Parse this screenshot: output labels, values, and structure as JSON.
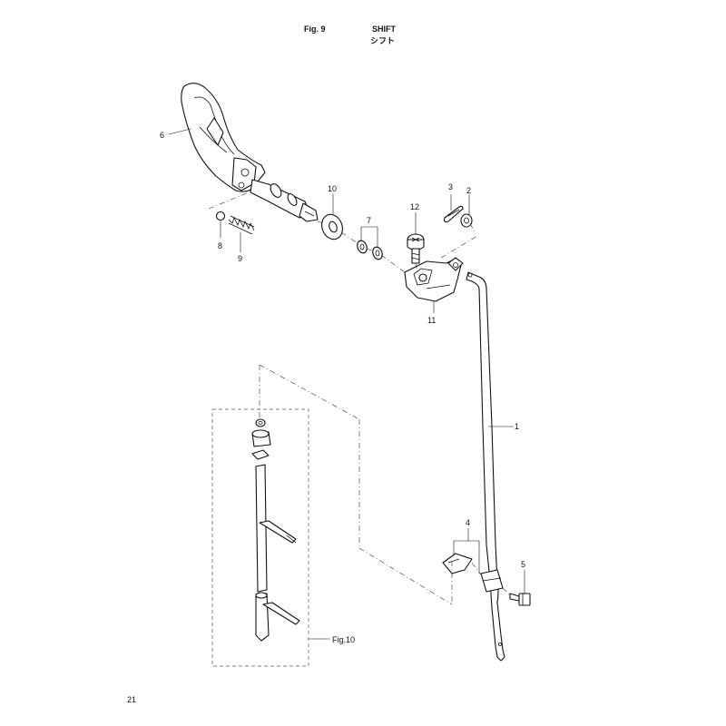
{
  "header": {
    "fig_label": "Fig. 9",
    "title": "SHIFT",
    "title_jp": "シフト"
  },
  "callouts": [
    "1",
    "2",
    "3",
    "4",
    "5",
    "6",
    "7",
    "8",
    "9",
    "10",
    "11",
    "12"
  ],
  "reference": "Fig.10",
  "page_number": "21"
}
